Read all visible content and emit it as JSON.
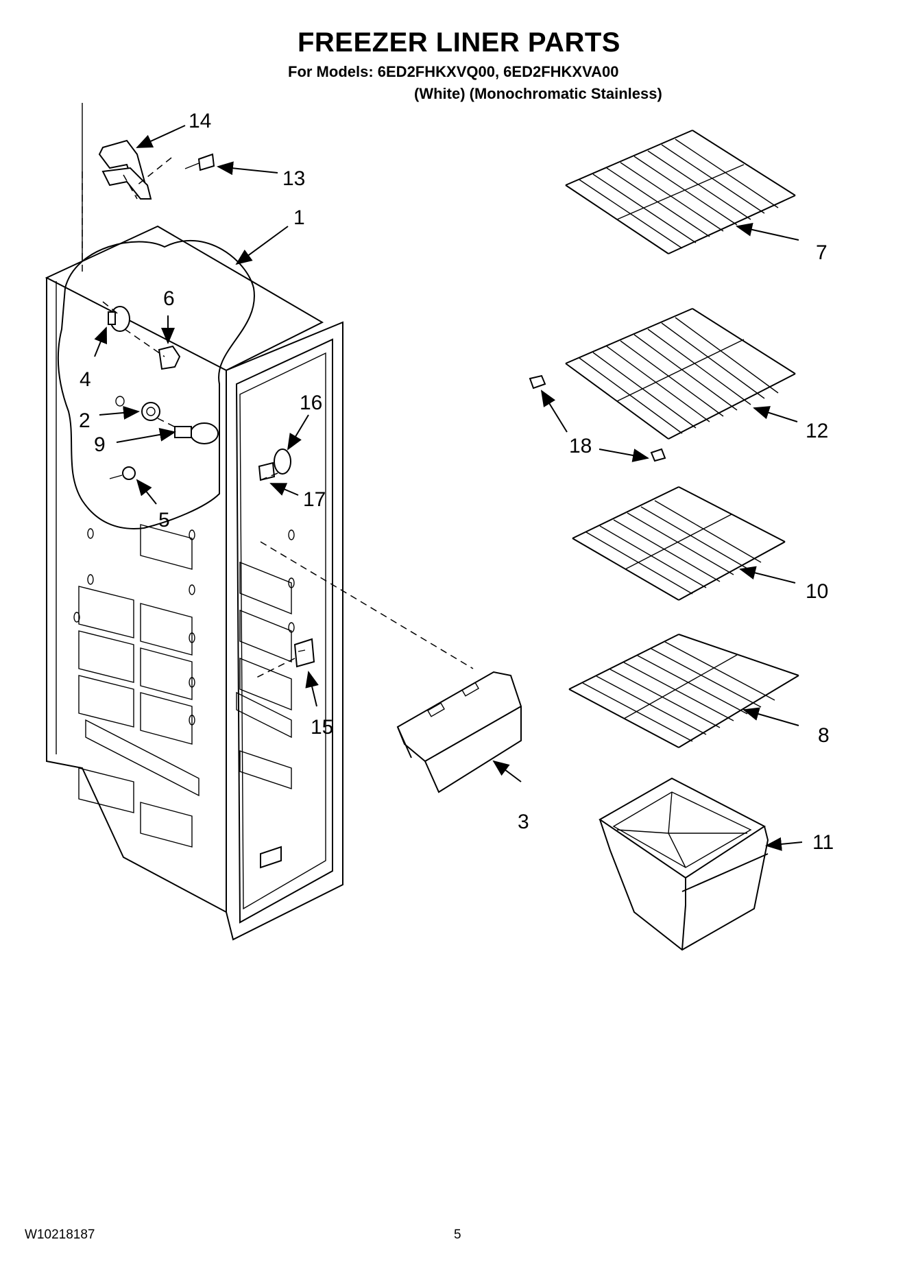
{
  "header": {
    "title": "FREEZER LINER PARTS",
    "models_line": "For Models: 6ED2FHKXVQ00, 6ED2FHKXVA00",
    "variants_line": "(White) (Monochromatic Stainless)"
  },
  "callouts": [
    "1",
    "2",
    "3",
    "4",
    "5",
    "6",
    "7",
    "8",
    "9",
    "10",
    "11",
    "12",
    "13",
    "14",
    "15",
    "16",
    "17",
    "18",
    "18"
  ],
  "footer": {
    "doc_number": "W10218187",
    "page_number": "5"
  }
}
